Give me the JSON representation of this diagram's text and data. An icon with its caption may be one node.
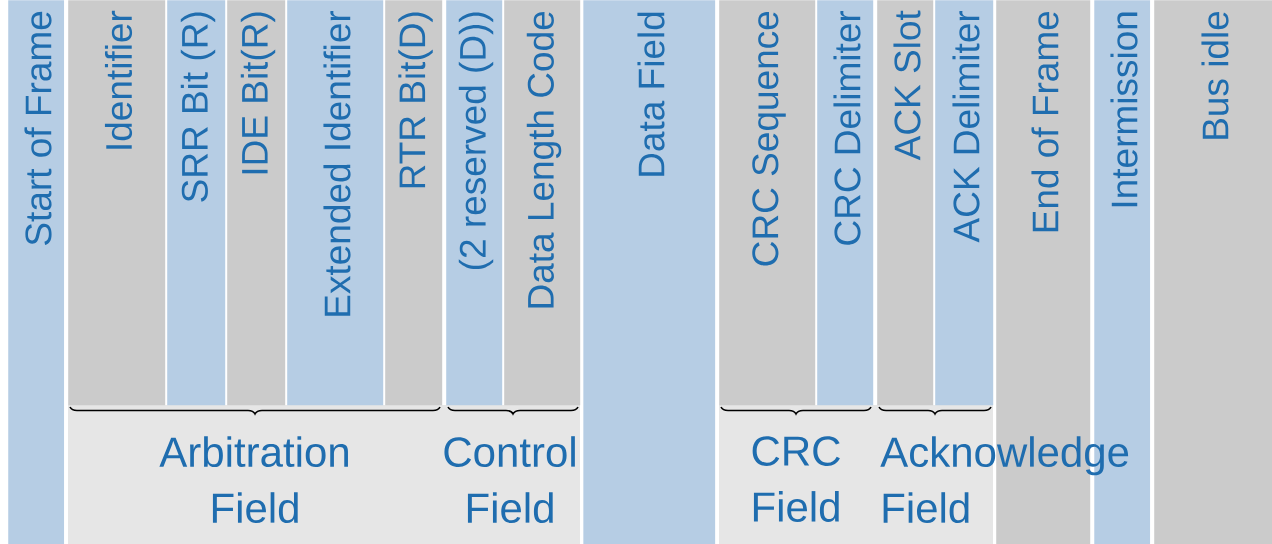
{
  "diagram": {
    "nodes": [
      {
        "text": [
          "Start of Frame"
        ]
      },
      {
        "text": [
          "Identifier"
        ]
      },
      {
        "text": [
          "SRR Bit (R)"
        ]
      },
      {
        "text": [
          "IDE Bit(R)"
        ]
      },
      {
        "text": [
          "Extended Identifier"
        ]
      },
      {
        "text": [
          "RTR Bit(D)"
        ]
      },
      {
        "text": [
          "(2 reserved (D))"
        ]
      },
      {
        "text": [
          "Data Length Code"
        ]
      },
      {
        "text": [
          "Data Field"
        ]
      },
      {
        "text": [
          "CRC Sequence"
        ]
      },
      {
        "text": [
          "CRC Delimiter"
        ]
      },
      {
        "text": [
          "ACK Slot"
        ]
      },
      {
        "text": [
          "ACK Delimiter"
        ]
      },
      {
        "text": [
          "End of Frame"
        ]
      },
      {
        "text": [
          "Intermission"
        ]
      },
      {
        "text": [
          "Bus idle"
        ]
      },
      {
        "text": [
          "Arbitration Field"
        ]
      },
      {
        "text": [
          "Control Field"
        ]
      },
      {
        "text": [
          "CRC Field"
        ]
      },
      {
        "text": [
          "Acknowledge Field"
        ]
      }
    ]
  }
}
